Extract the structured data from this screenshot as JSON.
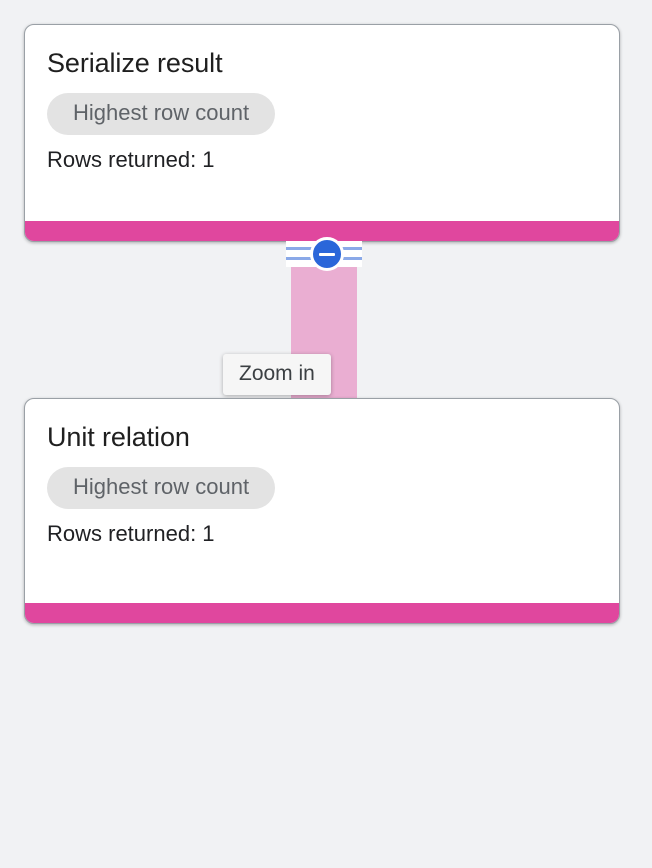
{
  "canvas": {
    "background_color": "#f1f2f4"
  },
  "connector": {
    "name": "edge-serialize-to-unit",
    "color": "#eaaed2",
    "control": {
      "icon": "minus-circle-icon",
      "button_color": "#2a66d9",
      "stripe_color": "#8aa9e8",
      "state": "expanded"
    }
  },
  "tooltip": {
    "text": "Zoom in",
    "background_color": "#f6f6f6",
    "text_color": "#3c4043"
  },
  "nodes": [
    {
      "title": "Serialize result",
      "badge": "Highest row count",
      "rows_line": "Rows returned: 1",
      "status_color": "#e0479e"
    },
    {
      "title": "Unit relation",
      "badge": "Highest row count",
      "rows_line": "Rows returned: 1",
      "status_color": "#e0479e"
    }
  ]
}
